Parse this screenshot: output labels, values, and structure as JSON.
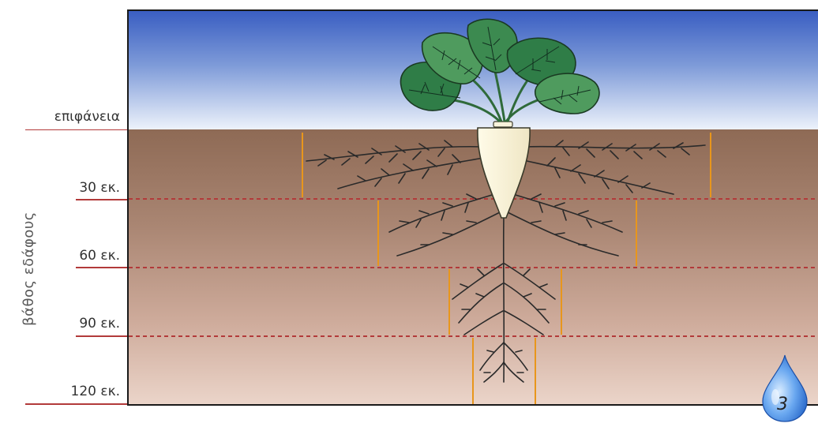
{
  "axis_label": "βάθος εδάφους",
  "surface_label": "επιφάνεια",
  "depth_labels": [
    "30 εκ.",
    "60 εκ.",
    "90 εκ.",
    "120 εκ."
  ],
  "badge_number": "3",
  "colors": {
    "sky_top": "#3a5ec2",
    "sky_bottom": "#e9f0fa",
    "soil_top": "#8e6a55",
    "soil_bottom": "#e7cfc3",
    "marker": "#b23a3a",
    "root_zone_line": "#e8961c",
    "leaf": "#2f7d47",
    "beet": "#f8f3dc",
    "drop": "#2f74d8"
  },
  "icons": [
    "beet-plant-icon",
    "water-drop-icon"
  ]
}
